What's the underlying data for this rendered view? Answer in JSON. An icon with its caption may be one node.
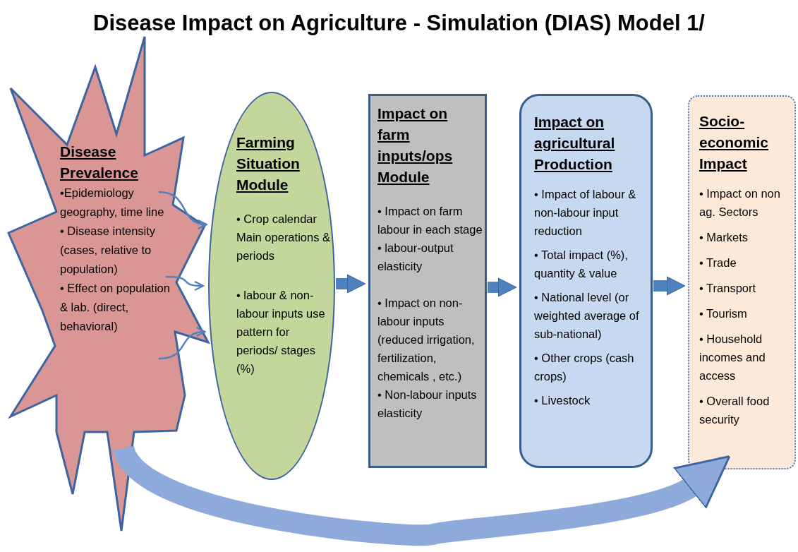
{
  "diagram": {
    "title": "Disease Impact on Agriculture - Simulation (DIAS) Model 1/",
    "nodes": [
      {
        "text": [
          "Disease Prevalence",
          "•Epidemiology geography, time line",
          "• Disease intensity (cases, relative to population)",
          "• Effect on population & lab. (direct, behavioral)"
        ]
      },
      {
        "text": [
          "Farming Situation Module",
          "• Crop calendar Main operations & periods",
          "• labour & non-labour inputs use pattern for periods/ stages (%)"
        ]
      },
      {
        "text": [
          "Impact on farm inputs/ops Module",
          "• Impact on farm labour in each stage",
          "• labour-output elasticity",
          "• Impact on non-labour inputs (reduced irrigation, fertilization, chemicals , etc.)",
          "• Non-labour inputs elasticity"
        ]
      },
      {
        "text": [
          "Impact on agricultural Production",
          "• Impact of labour & non-labour input reduction",
          "• Total impact (%), quantity & value",
          "• National level (or weighted average of sub-national)",
          "• Other crops (cash crops)",
          "• Livestock"
        ]
      },
      {
        "text": [
          "Socio-economic Impact",
          "• Impact on non ag. Sectors",
          "• Markets",
          "• Trade",
          "• Transport",
          "• Tourism",
          "• Household incomes and access",
          "• Overall food security"
        ]
      }
    ],
    "edges": [
      {
        "from": 0,
        "to": 1,
        "arrow": "to"
      },
      {
        "from": 0,
        "to": 1,
        "arrow": "to"
      },
      {
        "from": 0,
        "to": 1,
        "arrow": "to"
      },
      {
        "from": 1,
        "to": 2,
        "arrow": "to"
      },
      {
        "from": 2,
        "to": 3,
        "arrow": "to"
      },
      {
        "from": 3,
        "to": 4,
        "arrow": "to"
      },
      {
        "from": 0,
        "to": 4,
        "arrow": "to",
        "style": "thick",
        "color": "#8eaadb"
      }
    ]
  }
}
